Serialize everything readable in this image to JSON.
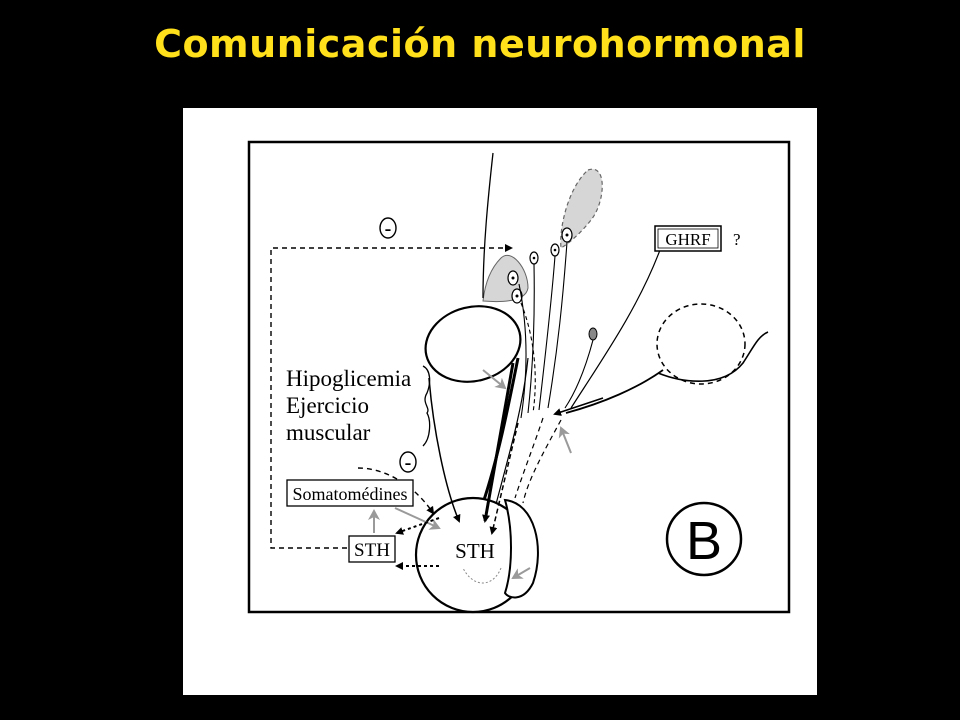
{
  "slide": {
    "title": "Comunicación neurohormonal",
    "title_color": "#ffe01a",
    "background": "#000000"
  },
  "diagram": {
    "panel_background": "#ffffff",
    "labels": {
      "hipoglicemia": "Hipoglicemia",
      "ejercicio": "Ejercicio",
      "muscular": "muscular",
      "somatomedines": "Somatomédines",
      "sth_box": "STH",
      "sth_gland": "STH",
      "ghrf": "GHRF",
      "question": "?",
      "minus_top": "-",
      "minus_mid": "-",
      "panel_letter": "B"
    },
    "colors": {
      "line": "#000000",
      "grey_arrow": "#9a9a9a",
      "grey_fill": "#d6d6d6"
    }
  }
}
